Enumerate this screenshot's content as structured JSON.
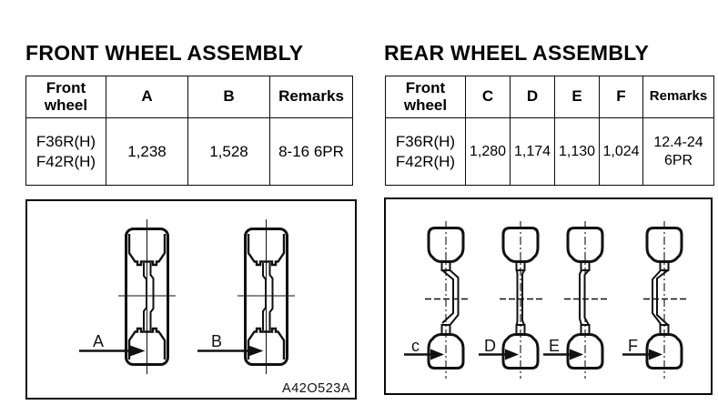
{
  "front": {
    "title": "FRONT WHEEL ASSEMBLY",
    "table": {
      "headers": {
        "wheel": "Front wheel",
        "a": "A",
        "b": "B",
        "remarks": "Remarks"
      },
      "row": {
        "model_line1": "F36R(H)",
        "model_line2": "F42R(H)",
        "a": "1,238",
        "b": "1,528",
        "remarks": "8-16 6PR"
      }
    },
    "diagram": {
      "label_a": "A",
      "label_b": "B",
      "figure_code": "A42O523A"
    }
  },
  "rear": {
    "title": "REAR WHEEL ASSEMBLY",
    "table": {
      "headers": {
        "wheel": "Front wheel",
        "c": "C",
        "d": "D",
        "e": "E",
        "f": "F",
        "remarks": "Remarks"
      },
      "row": {
        "model_line1": "F36R(H)",
        "model_line2": "F42R(H)",
        "c": "1,280",
        "d": "1,174",
        "e": "1,130",
        "f": "1,024",
        "remarks": "12.4-24 6PR"
      }
    },
    "diagram": {
      "label_c": "c",
      "label_d": "D",
      "label_e": "E",
      "label_f": "F"
    }
  }
}
